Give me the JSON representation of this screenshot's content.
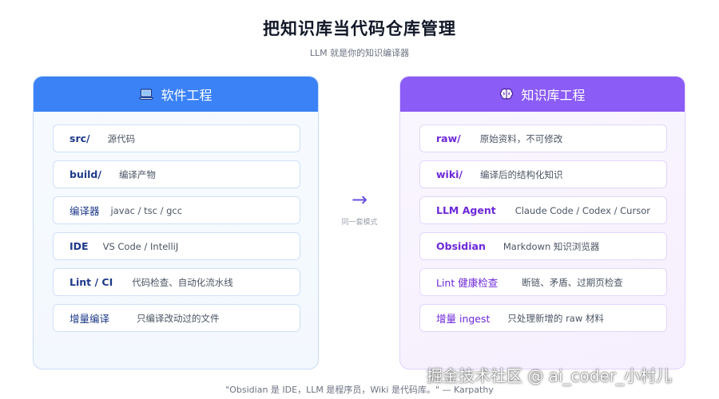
{
  "title": "把知识库当代码仓库管理",
  "subtitle": "LLM 就是你的知识编译器",
  "colors": {
    "software_accent": "#3b82f6",
    "knowledge_accent": "#8b5cf6",
    "arrow": "#6b4fe0"
  },
  "software": {
    "icon": "laptop-icon",
    "header": "软件工程",
    "rows": [
      {
        "key": "src/",
        "desc": "源代码"
      },
      {
        "key": "build/",
        "desc": "编译产物"
      },
      {
        "key": "编译器",
        "desc": "javac / tsc / gcc"
      },
      {
        "key": "IDE",
        "desc": "VS Code / IntelliJ"
      },
      {
        "key": "Lint / CI",
        "desc": "代码检查、自动化流水线"
      },
      {
        "key": "增量编译",
        "desc": "只编译改动过的文件"
      }
    ]
  },
  "knowledge": {
    "icon": "brain-icon",
    "header": "知识库工程",
    "rows": [
      {
        "key": "raw/",
        "desc": "原始资料，不可修改"
      },
      {
        "key": "wiki/",
        "desc": "编译后的结构化知识"
      },
      {
        "key": "LLM Agent",
        "desc": "Claude Code / Codex / Cursor"
      },
      {
        "key": "Obsidian",
        "desc": "Markdown 知识浏览器"
      },
      {
        "key": "Lint 健康检查",
        "desc": "断链、矛盾、过期页检查"
      },
      {
        "key": "增量 ingest",
        "desc": "只处理新增的 raw 材料"
      }
    ]
  },
  "arrow": {
    "symbol": "→",
    "label": "同一套模式"
  },
  "quote": "\"Obsidian 是 IDE，LLM 是程序员，Wiki 是代码库。\" — Karpathy",
  "watermark": "掘金技术社区 @ ai_coder_小村儿"
}
